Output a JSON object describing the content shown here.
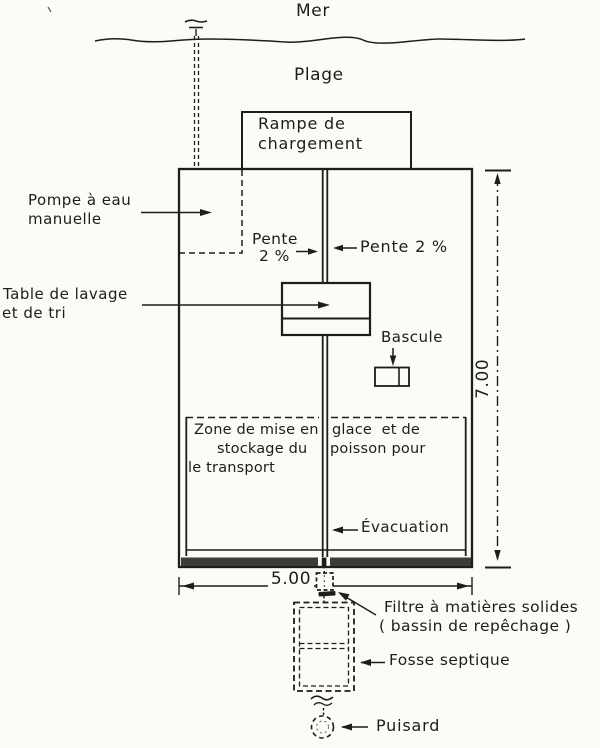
{
  "figure": {
    "type": "site-plan-technical-drawing",
    "language": "fr"
  },
  "colors": {
    "ink": "#1d1d1b",
    "paper": "#fbfbf8",
    "wall_fill": "#3c3c38"
  },
  "labels": {
    "mer": "Mer",
    "plage": "Plage",
    "rampe_line1": "Rampe de",
    "rampe_line2": "chargement",
    "pompe_line1": "Pompe à eau",
    "pompe_line2": "manuelle",
    "pente_left_line1": "Pente",
    "pente_left_line2": "2 %",
    "pente_right": "Pente 2 %",
    "table_line1": "Table de lavage",
    "table_line2": "et de tri",
    "bascule": "Bascule",
    "zone_left_line1": "Zone de mise en",
    "zone_left_line2": "stockage du",
    "zone_left_line3": "le transport",
    "zone_right_line1": "glace  et de",
    "zone_right_line2": "poisson pour",
    "evacuation": "Évacuation",
    "filtre_line1": "Filtre à matières solides",
    "filtre_line2": "( bassin de repêchage )",
    "fosse": "Fosse septique",
    "puisard": "Puisard"
  },
  "dimensions": {
    "building_height": "7.00",
    "building_width": "5.00"
  }
}
